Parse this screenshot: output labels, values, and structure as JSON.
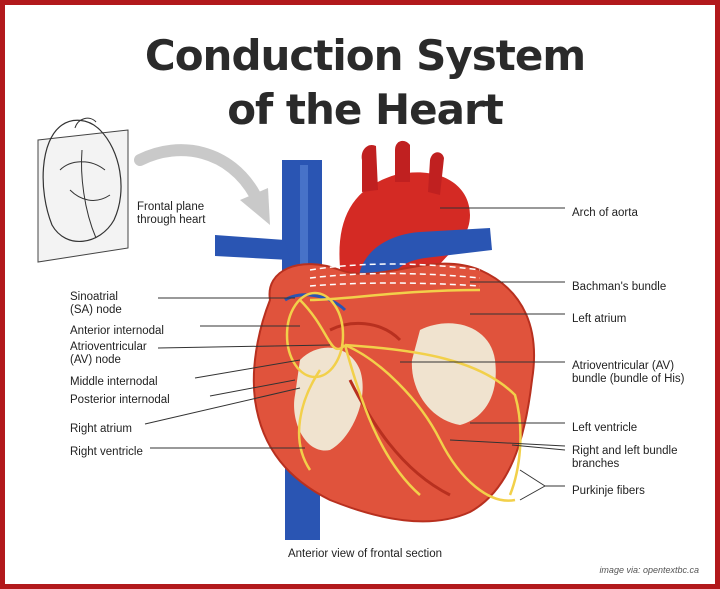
{
  "title": {
    "line1": "Conduction System",
    "line2": "of the Heart"
  },
  "inset_label": "Frontal plane\nthrough heart",
  "labels_left": {
    "sa_node": "Sinoatrial\n(SA) node",
    "anterior_internodal": "Anterior internodal",
    "av_node": "Atrioventricular\n(AV) node",
    "middle_internodal": "Middle internodal",
    "posterior_internodal": "Posterior internodal",
    "right_atrium": "Right atrium",
    "right_ventricle": "Right ventricle"
  },
  "labels_right": {
    "arch_of_aorta": "Arch of aorta",
    "bachmans_bundle": "Bachman's bundle",
    "left_atrium": "Left atrium",
    "av_bundle": "Atrioventricular (AV)\nbundle (bundle of His)",
    "left_ventricle": "Left ventricle",
    "bundle_branches": "Right and left bundle\nbranches",
    "purkinje_fibers": "Purkinje fibers"
  },
  "caption": "Anterior view of frontal section",
  "credit": "image via: opentextbc.ca",
  "colors": {
    "border": "#b2191c",
    "muscle": "#e0533c",
    "muscle_dark": "#b8301f",
    "vessel_blue": "#2a55b3",
    "conduction": "#f2d04a",
    "aorta": "#d42a24"
  }
}
